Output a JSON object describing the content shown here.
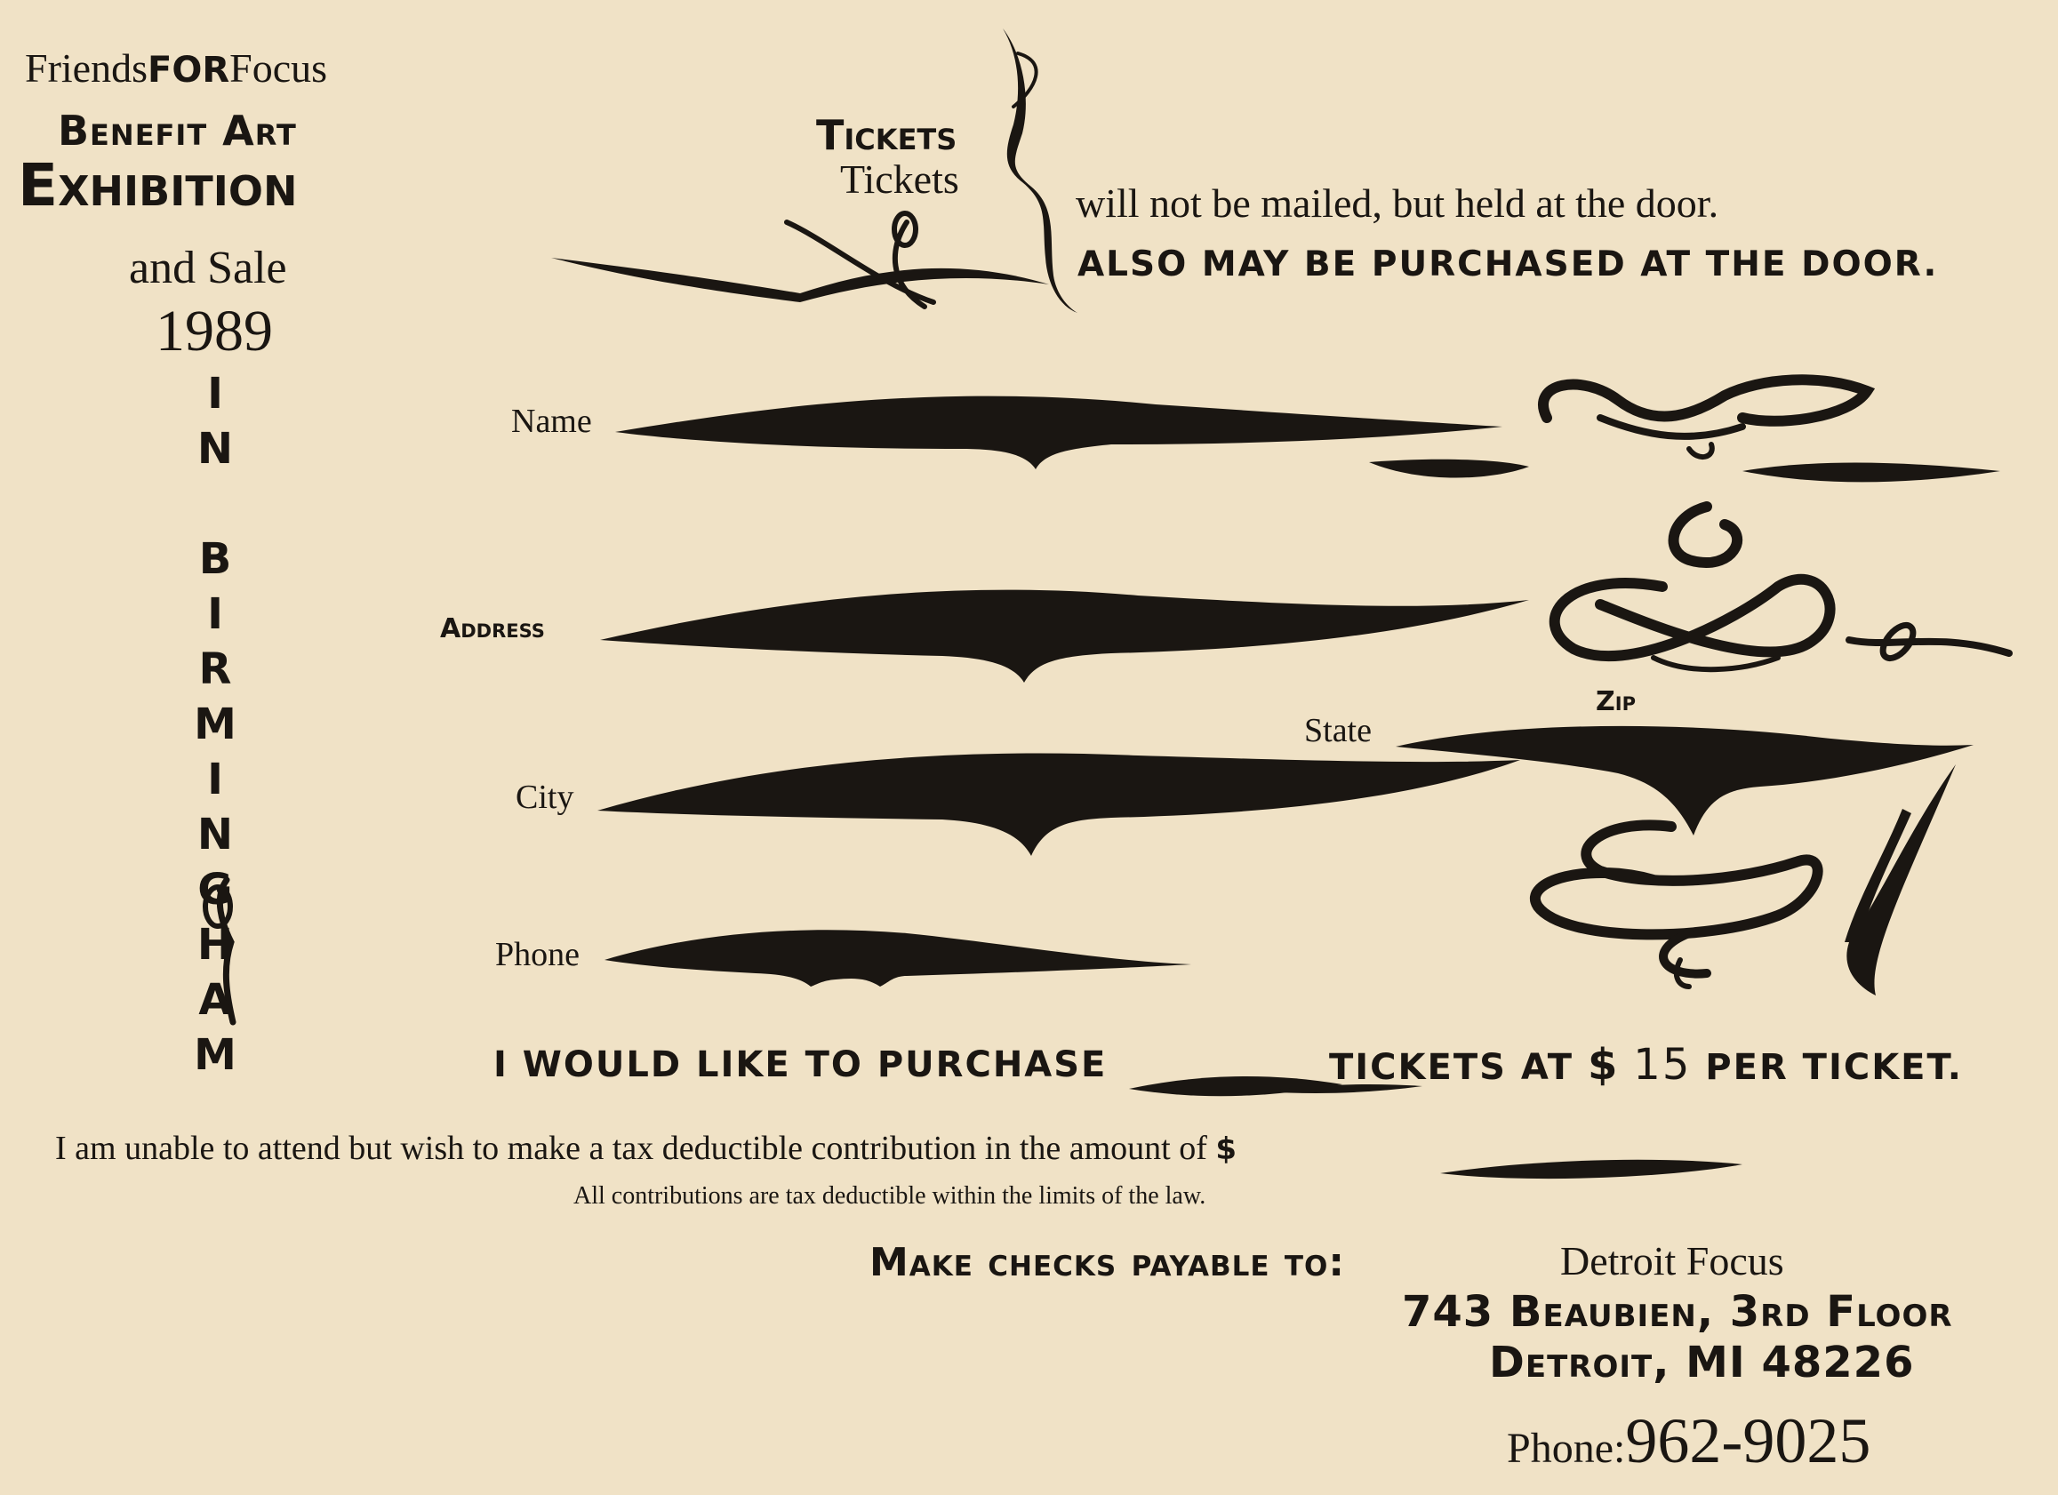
{
  "header": {
    "org_friends": "Friends",
    "org_for": "FOR",
    "org_focus": "Focus",
    "line_benefit_art": "Benefit Art",
    "line_exhibition": "Exhibition",
    "line_and_sale": "and Sale",
    "year": "1989",
    "location_vertical": "IN BIRMINGHAM"
  },
  "tickets": {
    "title_caps": "Tickets",
    "title_lower": "Tickets",
    "line1": "will not be mailed, but held at the door.",
    "line2": "ALSO MAY BE PURCHASED AT THE DOOR."
  },
  "form": {
    "name_label": "Name",
    "address_label": "Address",
    "city_label": "City",
    "state_label": "State",
    "zip_label": "Zip",
    "phone_label": "Phone"
  },
  "purchase": {
    "prefix": "I WOULD LIKE TO PURCHASE",
    "middle": "TICKETS AT",
    "dollar": "$",
    "price": "15",
    "suffix": "PER TICKET."
  },
  "contribution": {
    "text": "I am unable to attend but wish to make a tax deductible contribution in the amount of",
    "dollar": "$",
    "note": "All contributions are tax deductible within the limits of the law."
  },
  "payable": {
    "label": "Make checks payable to:",
    "payee": "Detroit Focus",
    "address1": "743 Beaubien, 3rd Floor",
    "address2": "Detroit, MI 48226",
    "phone_label": "Phone:",
    "phone_number": "962-9025"
  }
}
